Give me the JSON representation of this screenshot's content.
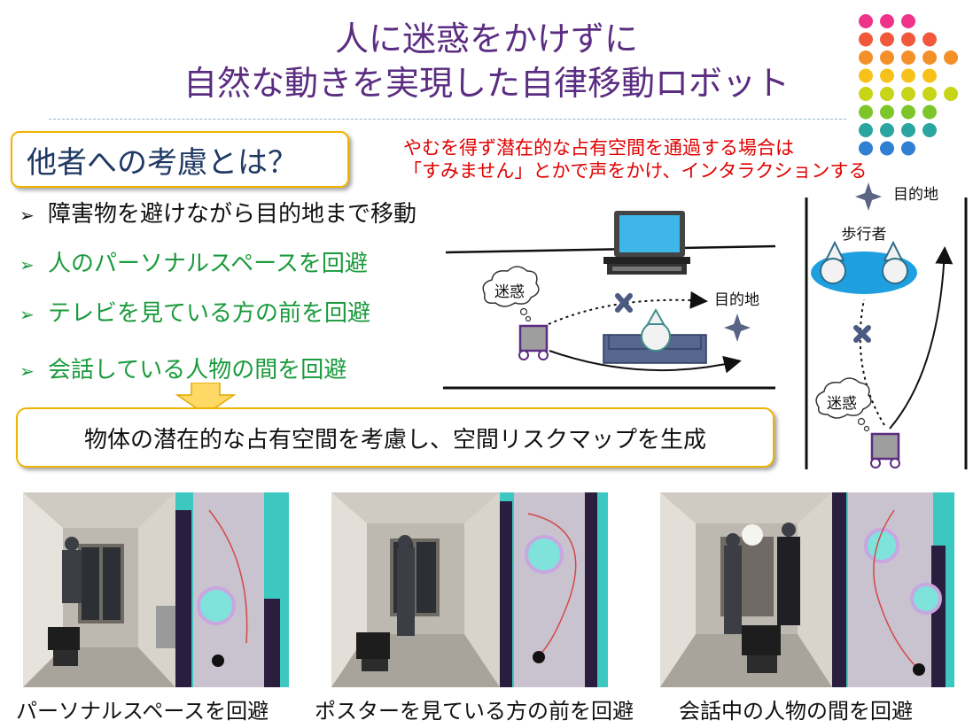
{
  "title": {
    "line1": "人に迷惑をかけずに",
    "line2": "自然な動きを実現した自律移動ロボット"
  },
  "question_box": "他者への考慮とは？",
  "note": {
    "line1": "やむを得ず潜在的な占有空間を通過する場合は",
    "line2": "「すみません」とかで声をかけ、インタラクションする"
  },
  "bullet_marker": "➢",
  "bullets": [
    "障害物を避けながら目的地まで移動",
    "人のパーソナルスペースを回避",
    "テレビを見ている方の前を回避",
    "会話している人物の間を回避"
  ],
  "summary_box": "物体の潜在的な占有空間を考慮し、空間リスクマップを生成",
  "diagram_left": {
    "annoyance_label": "迷惑",
    "goal_label": "目的地"
  },
  "diagram_right": {
    "goal_label": "目的地",
    "pedestrians_label": "歩行者",
    "annoyance_label": "迷惑"
  },
  "captions": [
    "パーソナルスペースを回避",
    "ポスターを見ている方の前を回避",
    "会話中の人物の間を回避"
  ],
  "colors": {
    "title": "#5b2d82",
    "box_border": "#f0b400",
    "note": "#e00000",
    "bullet_green": "#1a9a3c",
    "robot_body": "#9e9e9e",
    "robot_outline": "#5b2d82",
    "pedestrian_area": "#1ea0e0",
    "obstacle_x": "#4a5a80",
    "map_background": "#3cc8c0"
  },
  "dot_palette": [
    "#f0338a",
    "#f2593c",
    "#f4902a",
    "#f6c21a",
    "#c8d418",
    "#7cc62a",
    "#2aa5a0",
    "#2f7fd2"
  ]
}
